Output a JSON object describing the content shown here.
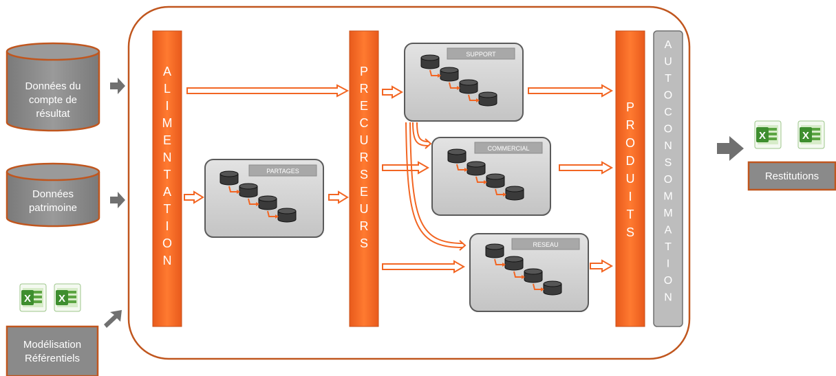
{
  "sources": {
    "compte_resultat": "Données du compte de résultat",
    "compte_lines": [
      "Données du",
      "compte de",
      "résultat"
    ],
    "patrimoine": "Données patrimoine",
    "patrimoine_lines": [
      "Données",
      "patrimoine"
    ],
    "modelisation": "Modélisation Référentiels",
    "modelisation_lines": [
      "Modélisation",
      "Référentiels"
    ]
  },
  "pillars": {
    "alimentation": "ALIMENTATION",
    "precurseurs": "PRECURSEURS",
    "produits": "PRODUITS",
    "autoconsommation": "AUTOCONSOMMATION"
  },
  "boxes": {
    "partages": "PARTAGES",
    "support": "SUPPORT",
    "commercial": "COMMERCIAL",
    "reseau": "RESEAU"
  },
  "output": {
    "restitutions": "Restitutions"
  },
  "icons": {
    "database": "database-icon",
    "excel": "excel-icon",
    "arrow": "arrow-right-icon"
  },
  "colors": {
    "orange": "#f26522",
    "orange_dark": "#c8501a",
    "frame": "#c0561e",
    "cylinder_fill": "#8a8a8a",
    "box_fill": "#d4d4d4",
    "box_border": "#5a5a5a",
    "label_chip": "#a8a8a8",
    "grey_pillar": "#bdbdbd",
    "grey_arrow": "#707070",
    "excel_green": "#3e8e2f"
  }
}
